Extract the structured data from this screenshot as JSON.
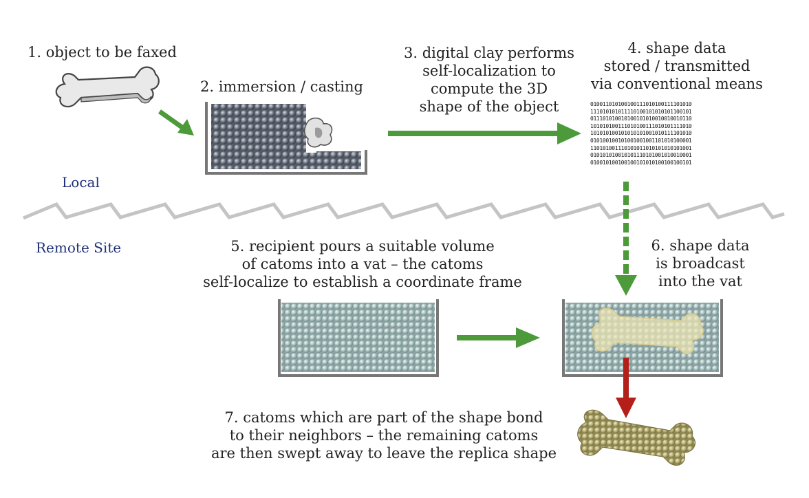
{
  "steps": [
    {
      "lines": [
        "1. object to be faxed"
      ]
    },
    {
      "lines": [
        "2. immersion / casting"
      ]
    },
    {
      "lines": [
        "3. digital clay performs",
        "self-localization to",
        "compute the 3D",
        "shape of the object"
      ]
    },
    {
      "lines": [
        "4. shape data",
        "stored / transmitted",
        "via conventional means"
      ]
    },
    {
      "lines": [
        "5. recipient pours a suitable volume",
        "of catoms into a vat –  the catoms",
        "self-localize to establish a coordinate frame"
      ]
    },
    {
      "lines": [
        "6. shape data",
        "is broadcast",
        "into the vat"
      ]
    },
    {
      "lines": [
        "7. catoms which are part of the shape  bond",
        "to their neighbors – the remaining catoms",
        "are then swept away to leave the replica shape"
      ]
    }
  ],
  "sites": {
    "local": "Local",
    "remote": "Remote Site"
  },
  "binary_lines": [
    "010011010100100111010100111101010",
    "111010101011110100101010101100101",
    "011101010010100101010010010010110",
    "101010100111010100111010101111010",
    "101010100101010101001010111101010",
    "010100100101001001001101010100001",
    "110101001110101011010101010101001",
    "010101010010101110101001010010001",
    "010010100100100101010100100100101"
  ],
  "colors": {
    "arrow_green": "#4c9a3a",
    "arrow_red": "#b51f1a",
    "divider": "#c4c4c4",
    "site_label": "#1f2f7a"
  }
}
